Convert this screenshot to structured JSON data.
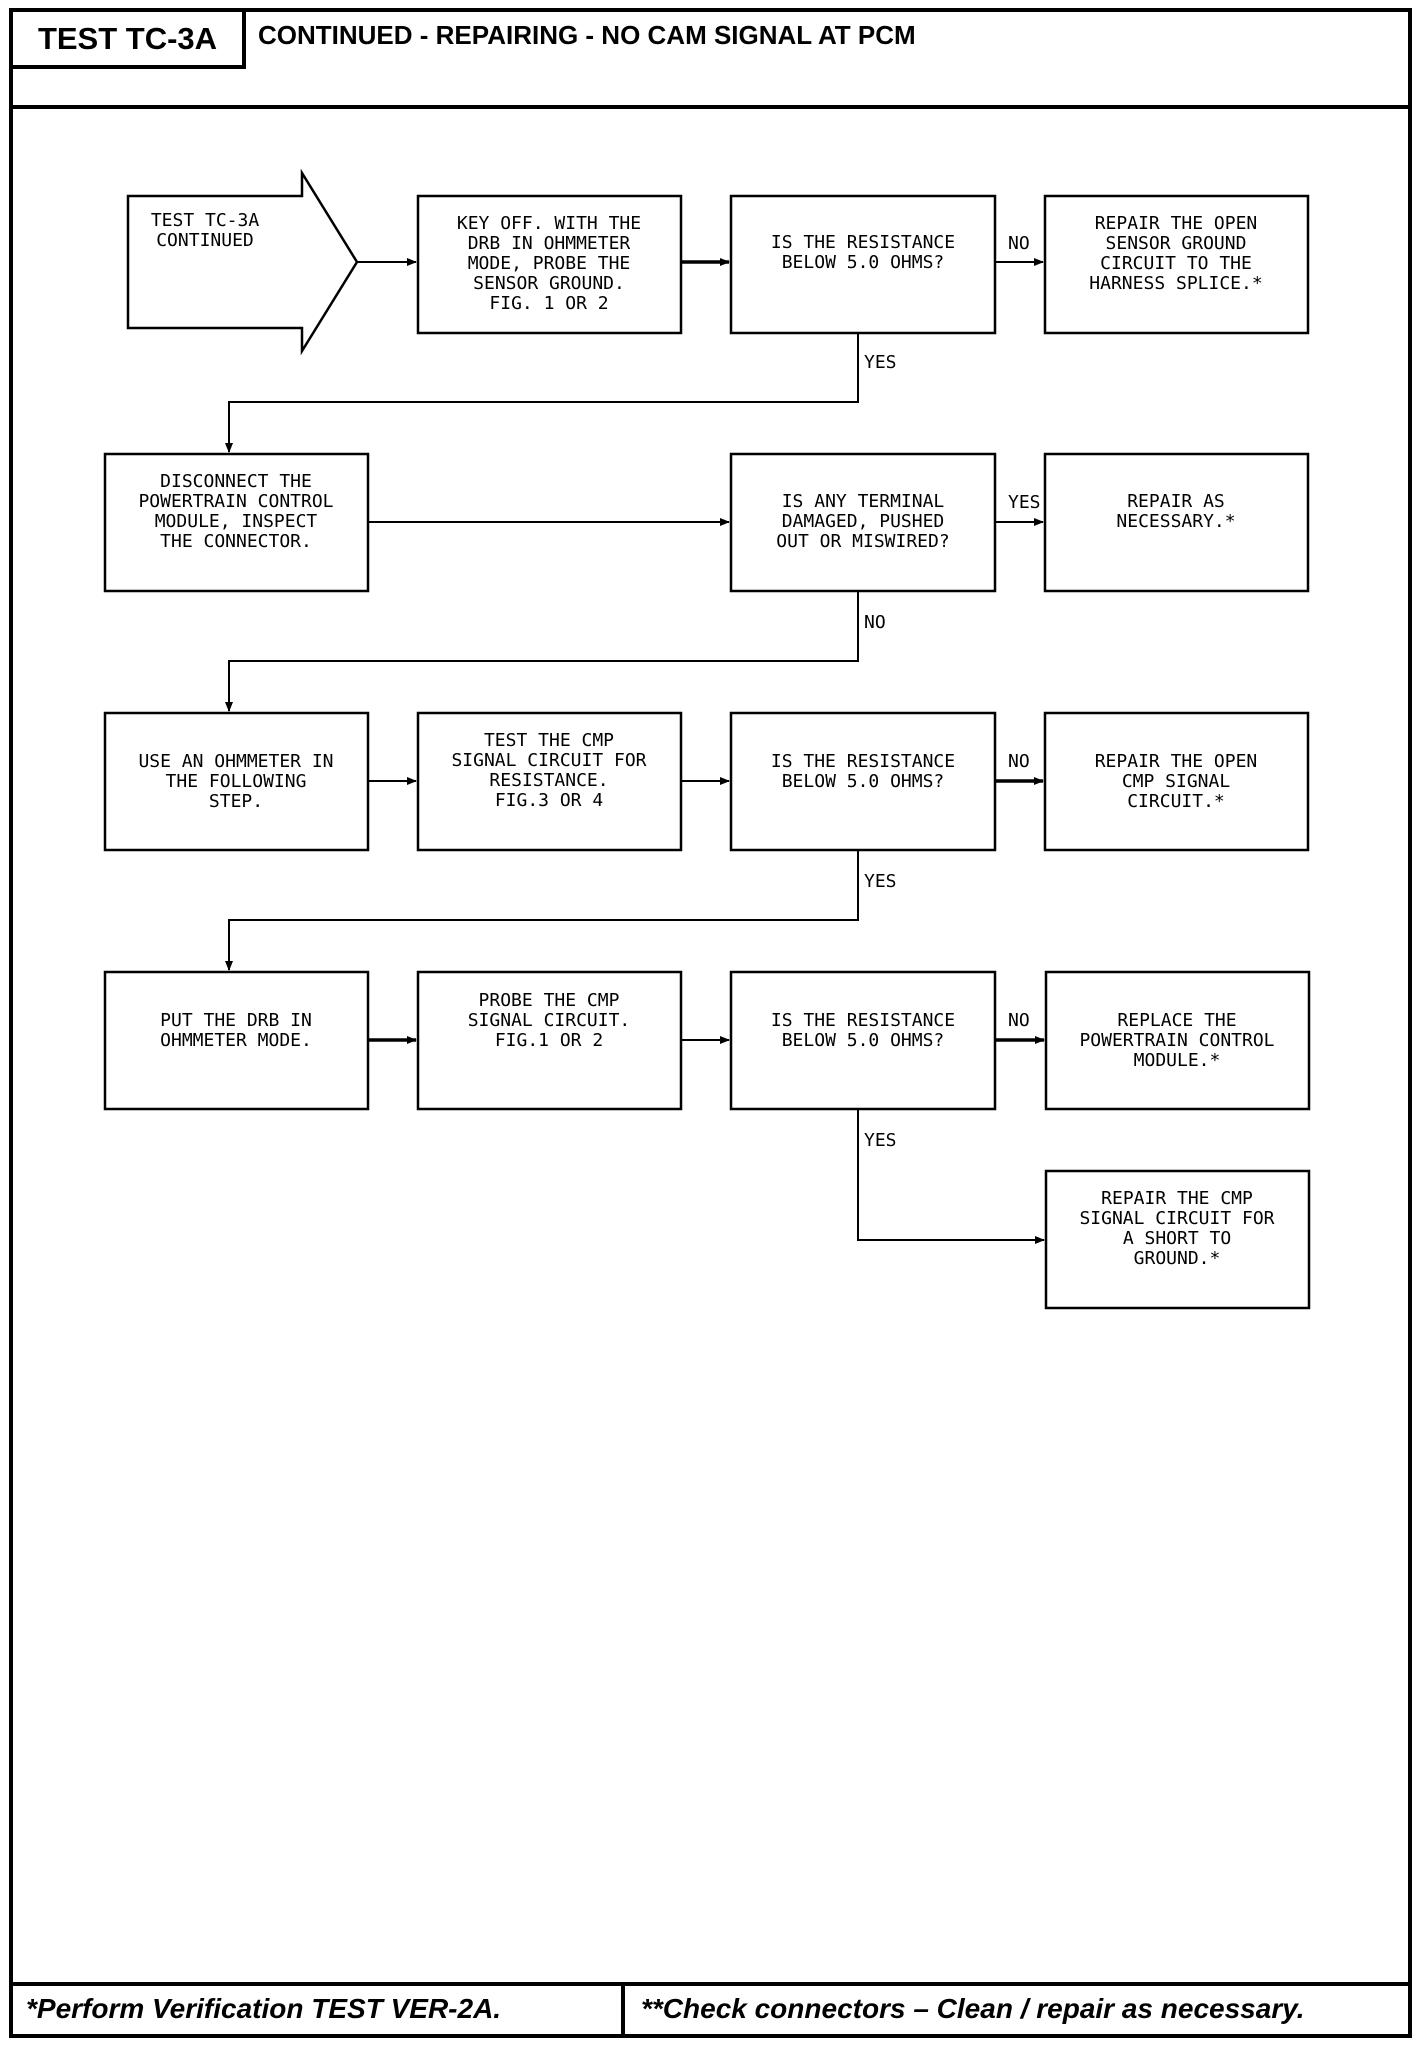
{
  "header": {
    "test_id": "TEST TC-3A",
    "title": "CONTINUED - REPAIRING - NO CAM SIGNAL AT PCM"
  },
  "footer": {
    "left": "*Perform Verification TEST VER-2A.",
    "right": "**Check connectors – Clean / repair as necessary."
  },
  "nodes": {
    "start": [
      "TEST TC-3A",
      "CONTINUED"
    ],
    "key_off": [
      "KEY OFF. WITH THE",
      "DRB IN OHMMETER",
      "MODE, PROBE THE",
      "SENSOR GROUND.",
      "FIG. 1 OR 2"
    ],
    "q_res1": [
      "IS THE RESISTANCE",
      "BELOW 5.0 OHMS?"
    ],
    "repair_ground": [
      "REPAIR THE OPEN",
      "SENSOR GROUND",
      "CIRCUIT TO THE",
      "HARNESS SPLICE.*"
    ],
    "disconnect": [
      "DISCONNECT THE",
      "POWERTRAIN CONTROL",
      "MODULE, INSPECT",
      "THE CONNECTOR."
    ],
    "q_terminal": [
      "IS ANY TERMINAL",
      "DAMAGED, PUSHED",
      "OUT OR MISWIRED?"
    ],
    "repair_nec": [
      "REPAIR AS",
      "NECESSARY.*"
    ],
    "use_ohm": [
      "USE AN OHMMETER IN",
      "THE FOLLOWING",
      "STEP."
    ],
    "test_cmp": [
      "TEST THE CMP",
      "SIGNAL CIRCUIT FOR",
      "RESISTANCE.",
      "",
      "FIG.3 OR 4"
    ],
    "q_res2": [
      "IS THE RESISTANCE",
      "BELOW 5.0 OHMS?"
    ],
    "repair_cmp_open": [
      "REPAIR THE OPEN",
      "CMP SIGNAL",
      "CIRCUIT.*"
    ],
    "put_drb": [
      "PUT THE DRB IN",
      "OHMMETER MODE."
    ],
    "probe_cmp": [
      "PROBE THE CMP",
      "SIGNAL CIRCUIT.",
      "",
      "FIG.1 OR 2"
    ],
    "q_res3": [
      "IS THE RESISTANCE",
      "BELOW 5.0 OHMS?"
    ],
    "replace_pcm": [
      "REPLACE THE",
      "POWERTRAIN CONTROL",
      "MODULE.*"
    ],
    "repair_cmp_short": [
      "REPAIR THE CMP",
      "SIGNAL CIRCUIT FOR",
      "A SHORT TO",
      "GROUND.*"
    ]
  },
  "edge_labels": {
    "no1": "NO",
    "yes1": "YES",
    "yes2": "YES",
    "no2": "NO",
    "no3": "NO",
    "yes3": "YES",
    "no4": "NO",
    "yes4": "YES"
  }
}
